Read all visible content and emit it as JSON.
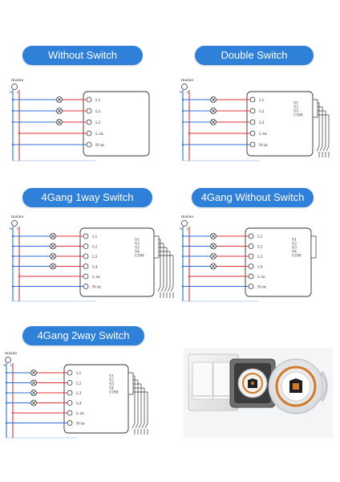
{
  "colors": {
    "pill": "#2f80d9",
    "live": "#e0303a",
    "neutral": "#2a6fd6",
    "ink": "#333333"
  },
  "panels": [
    {
      "title": "Without Switch",
      "mains": "mains",
      "l_label": "L",
      "n_label": "N",
      "outputs": [
        "L1",
        "L2",
        "L3"
      ],
      "inputs": [],
      "com": "",
      "lin": "L-in",
      "nin": "N-in"
    },
    {
      "title": "Double Switch",
      "mains": "mains",
      "l_label": "L",
      "n_label": "N",
      "outputs": [
        "L1",
        "L2",
        "L3"
      ],
      "inputs": [
        "S1",
        "S2",
        "S3"
      ],
      "com": "COM",
      "lin": "L-in",
      "nin": "N-in"
    },
    {
      "title": "4Gang 1way Switch",
      "mains": "mains",
      "l_label": "L",
      "n_label": "N",
      "outputs": [
        "L1",
        "L2",
        "L3",
        "L4"
      ],
      "inputs": [
        "S1",
        "S2",
        "S3",
        "S4"
      ],
      "com": "COM",
      "lin": "L-in",
      "nin": "N-in"
    },
    {
      "title": "4Gang Without Switch",
      "mains": "mains",
      "l_label": "L",
      "n_label": "N",
      "outputs": [
        "L1",
        "L2",
        "L3",
        "L4"
      ],
      "inputs": [
        "S1",
        "S2",
        "S3",
        "S4"
      ],
      "com": "COM",
      "lin": "L-in",
      "nin": "N-in"
    },
    {
      "title": "4Gang 2way Switch",
      "mains": "mains",
      "l_label": "L",
      "n_label": "N",
      "outputs": [
        "L1",
        "L2",
        "L3",
        "L4"
      ],
      "inputs": [
        "S1",
        "S2",
        "S3",
        "S4"
      ],
      "com": "COM",
      "lin": "L-in",
      "nin": "N-in"
    }
  ]
}
